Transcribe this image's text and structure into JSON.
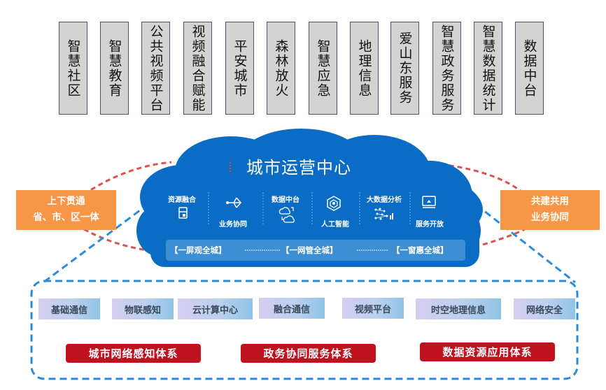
{
  "top_modules": [
    "智慧社区",
    "智慧教育",
    "公共视频平台",
    "视频融合赋能",
    "平安城市",
    "森林放火",
    "智慧应急",
    "地理信息",
    "爱山东服务",
    "智慧政务服务",
    "智慧数据统计",
    "数据中台"
  ],
  "cloud": {
    "title": "城市运营中心",
    "capabilities": [
      {
        "label": "资源融合",
        "icon": "server-icon"
      },
      {
        "label": "业务协同",
        "icon": "share-icon"
      },
      {
        "label": "数据中台",
        "icon": "cloud-sync-icon"
      },
      {
        "label": "人工智能",
        "icon": "network-hexagon-icon"
      },
      {
        "label": "大数据分析",
        "icon": "data-analysis-icon"
      },
      {
        "label": "服务开放",
        "icon": "monitor-icon"
      }
    ],
    "slogans": [
      "【一屏观全城】",
      "【一网管全城】",
      "【一窗惠全城】"
    ]
  },
  "side_labels": {
    "left": [
      "上下贯通",
      "省、市、区一体"
    ],
    "right": [
      "共建共用",
      "业务协同"
    ]
  },
  "infrastructure": [
    "基础通信",
    "物联感知",
    "云计算中心",
    "融合通信",
    "视频平台",
    "时空地理信息",
    "网络安全"
  ],
  "systems": [
    "城市网络感知体系",
    "政务协同服务体系",
    "数据资源应用体系"
  ],
  "colors": {
    "cloud_blue": "#0a6cc4",
    "orange": "#f79646",
    "system_red": "#c0111f",
    "dashed_blue": "#2e8ad8",
    "dashed_red": "#d9534f"
  }
}
